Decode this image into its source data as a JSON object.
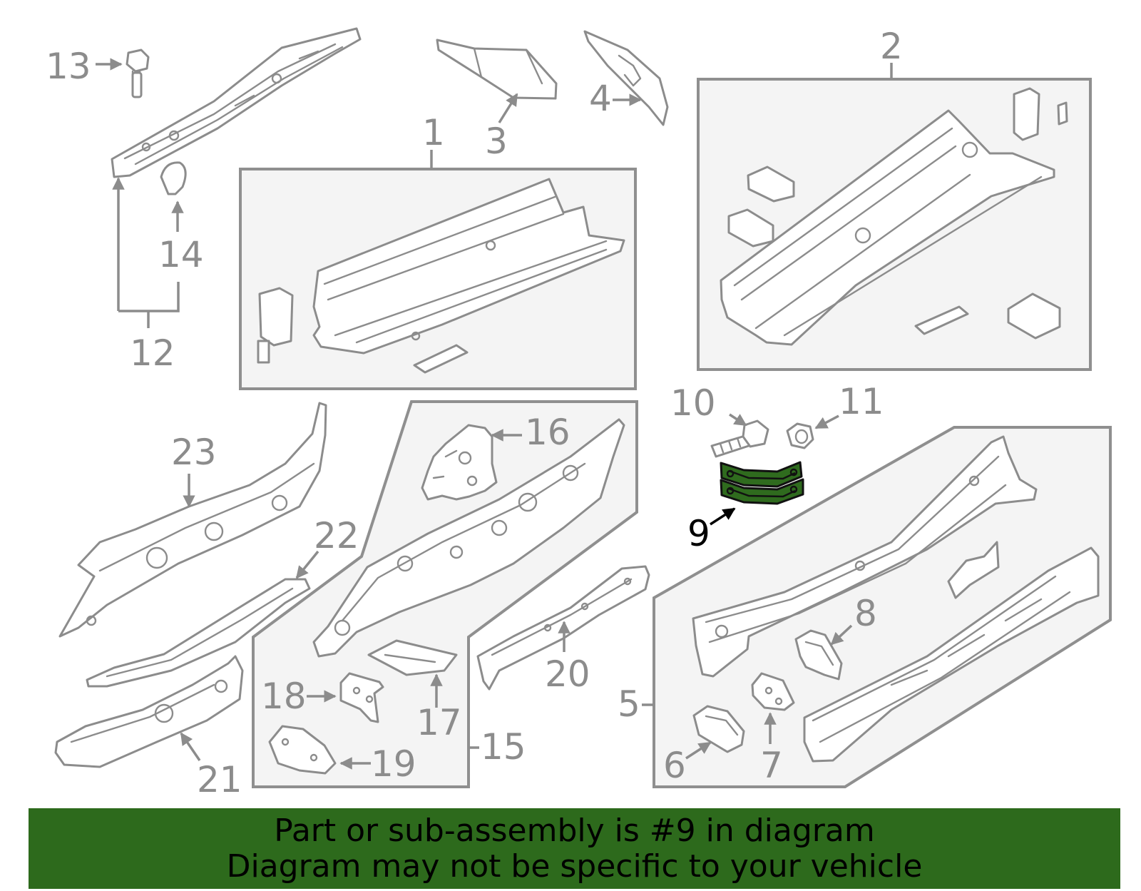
{
  "callouts": {
    "c1": "1",
    "c2": "2",
    "c3": "3",
    "c4": "4",
    "c5": "5",
    "c6": "6",
    "c7": "7",
    "c8": "8",
    "c9": "9",
    "c10": "10",
    "c11": "11",
    "c12": "12",
    "c13": "13",
    "c14": "14",
    "c15": "15",
    "c16": "16",
    "c17": "17",
    "c18": "18",
    "c19": "19",
    "c20": "20",
    "c21": "21",
    "c22": "22",
    "c23": "23"
  },
  "highlight": {
    "part_number": "9",
    "color": "#2d6a1c"
  },
  "banner": {
    "line1": "Part or sub-assembly is #9 in diagram",
    "line2": "Diagram may not be specific to your vehicle"
  }
}
